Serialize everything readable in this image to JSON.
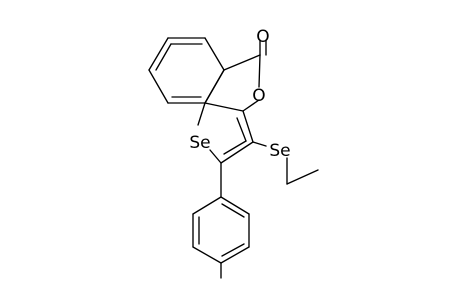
{
  "molecule": {
    "atom_labels": {
      "carbonyl_oxygen": "O",
      "ring_oxygen": "O",
      "ring_selenium": "Se",
      "ethylseleno_selenium": "Se"
    }
  },
  "colors": {
    "bond": "#000000",
    "label": "#000000",
    "background": "#ffffff"
  }
}
